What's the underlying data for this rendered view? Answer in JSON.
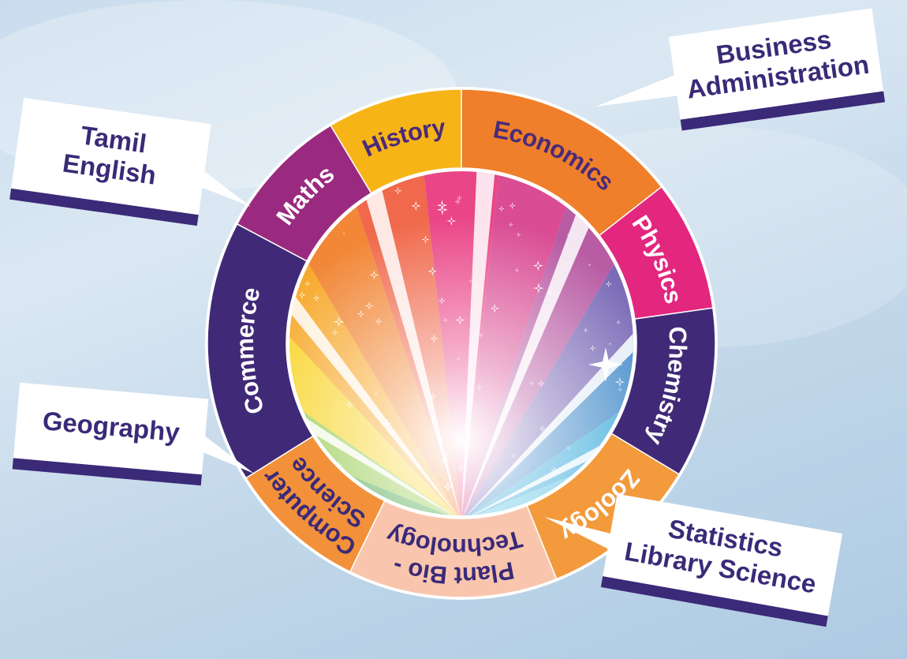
{
  "ring_segments": [
    {
      "label": "History",
      "color": "#f6b417",
      "text_color": "#4a2a7a"
    },
    {
      "label": "Economics",
      "color": "#ef7f2a",
      "text_color": "#4a2a7a"
    },
    {
      "label": "Physics",
      "color": "#e3267e",
      "text_color": "#ffffff"
    },
    {
      "label": "Chemistry",
      "color": "#402a77",
      "text_color": "#ffffff"
    },
    {
      "label": "Zoology",
      "color": "#f39a3c",
      "text_color": "#ffffff"
    },
    {
      "label": "Plant Bio -",
      "label_line2": "Technology",
      "color": "#f9c6ad",
      "text_color": "#3a2a78"
    },
    {
      "label": "Computer",
      "label_line2": "Science",
      "color": "#f3913a",
      "text_color": "#3a2a78"
    },
    {
      "label": "Commerce",
      "color": "#402a77",
      "text_color": "#ffffff"
    },
    {
      "label": "Maths",
      "color": "#9a2a80",
      "text_color": "#ffffff"
    }
  ],
  "cards": [
    {
      "id": "business",
      "lines": [
        "Business",
        "Administration"
      ]
    },
    {
      "id": "tamil",
      "lines": [
        "Tamil",
        "English"
      ]
    },
    {
      "id": "geography",
      "lines": [
        "Geography"
      ]
    },
    {
      "id": "statistics",
      "lines": [
        "Statistics",
        "Library Science"
      ]
    }
  ],
  "colors": {
    "card_bar": "#3a2a78",
    "card_bg": "#ffffff"
  }
}
